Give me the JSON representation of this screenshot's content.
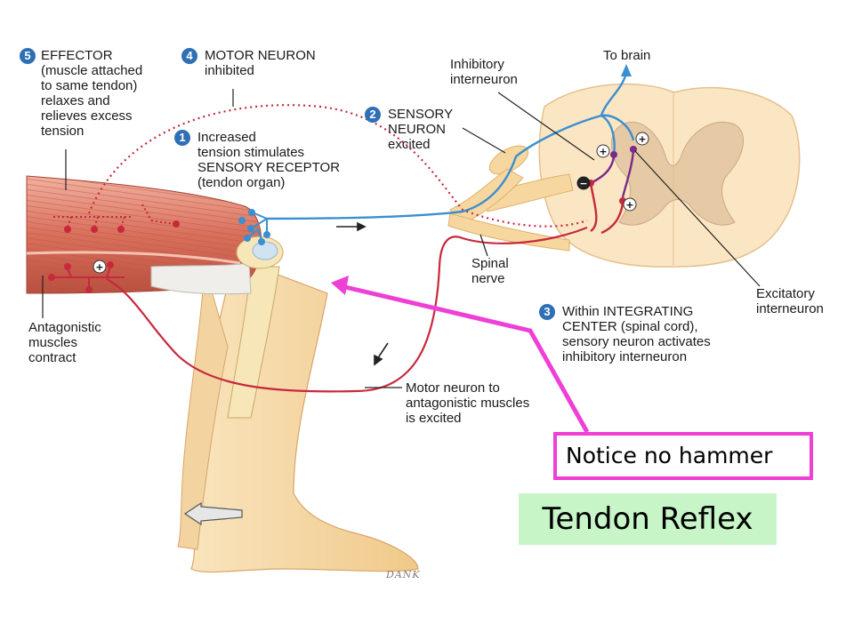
{
  "steps": [
    {
      "num": "5",
      "text": "EFFECTOR\n(muscle attached\nto same tendon)\nrelaxes and\nrelieves excess\ntension"
    },
    {
      "num": "4",
      "text": "MOTOR NEURON\ninhibited"
    },
    {
      "num": "2",
      "text": "SENSORY\nNEURON\nexcited"
    },
    {
      "num": "1",
      "text": "Increased\ntension stimulates\nSENSORY RECEPTOR\n(tendon organ)"
    },
    {
      "num": "3",
      "text": "Within INTEGRATING\nCENTER (spinal cord),\nsensory neuron activates\ninhibitory interneuron"
    }
  ],
  "labels": {
    "to_brain": "To brain",
    "inhibitory_interneuron": "Inhibitory\ninterneuron",
    "spinal_nerve": "Spinal\nnerve",
    "excitatory_interneuron": "Excitatory\ninterneuron",
    "antagonistic_muscles": "Antagonistic\nmuscles\ncontract",
    "motor_neuron_antagonistic": "Motor neuron to\nantagonistic muscles\nis excited",
    "artist_signature": "DANK"
  },
  "callout": "Notice no hammer",
  "title": "Tendon Reflex",
  "colors": {
    "sensory_neuron": "#3a8fd0",
    "motor_neuron": "#c8283c",
    "interneuron": "#7a2a8a",
    "muscle": "#d86a5a",
    "skin": "#f7d9a8",
    "callout_border": "#ee3fd6",
    "title_bg": "#c8f5c8",
    "step_badge": "#2f6fb5"
  }
}
